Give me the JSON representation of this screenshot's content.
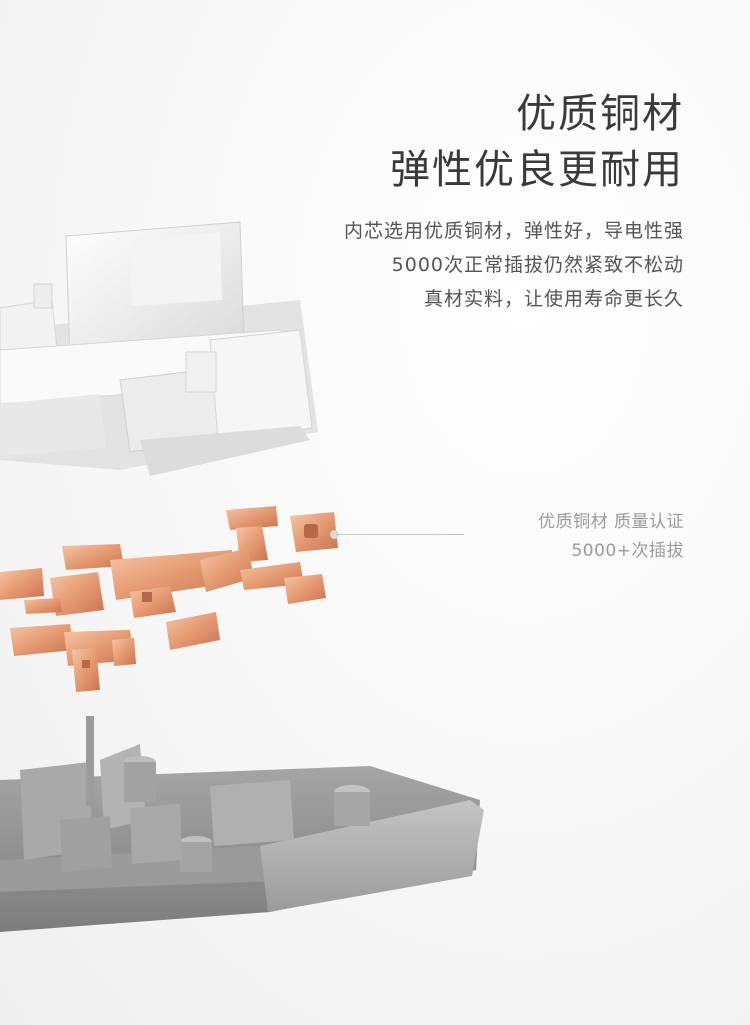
{
  "headline": {
    "line1": "优质铜材",
    "line2": "弹性优良更耐用"
  },
  "description": {
    "line1": "内芯选用优质铜材，弹性好，导电性强",
    "line2": "5000次正常插拔仍然紧致不松动",
    "line3": "真材实料，让使用寿命更长久"
  },
  "callout": {
    "line1": "优质铜材 质量认证",
    "line2": "5000+次插拔"
  },
  "colors": {
    "copper": "#e7a07a",
    "copper_dark": "#c9785a",
    "shell_white": "#f0f0f0",
    "base_gray": "#8e8e8e",
    "headline": "#3a3a3a"
  }
}
